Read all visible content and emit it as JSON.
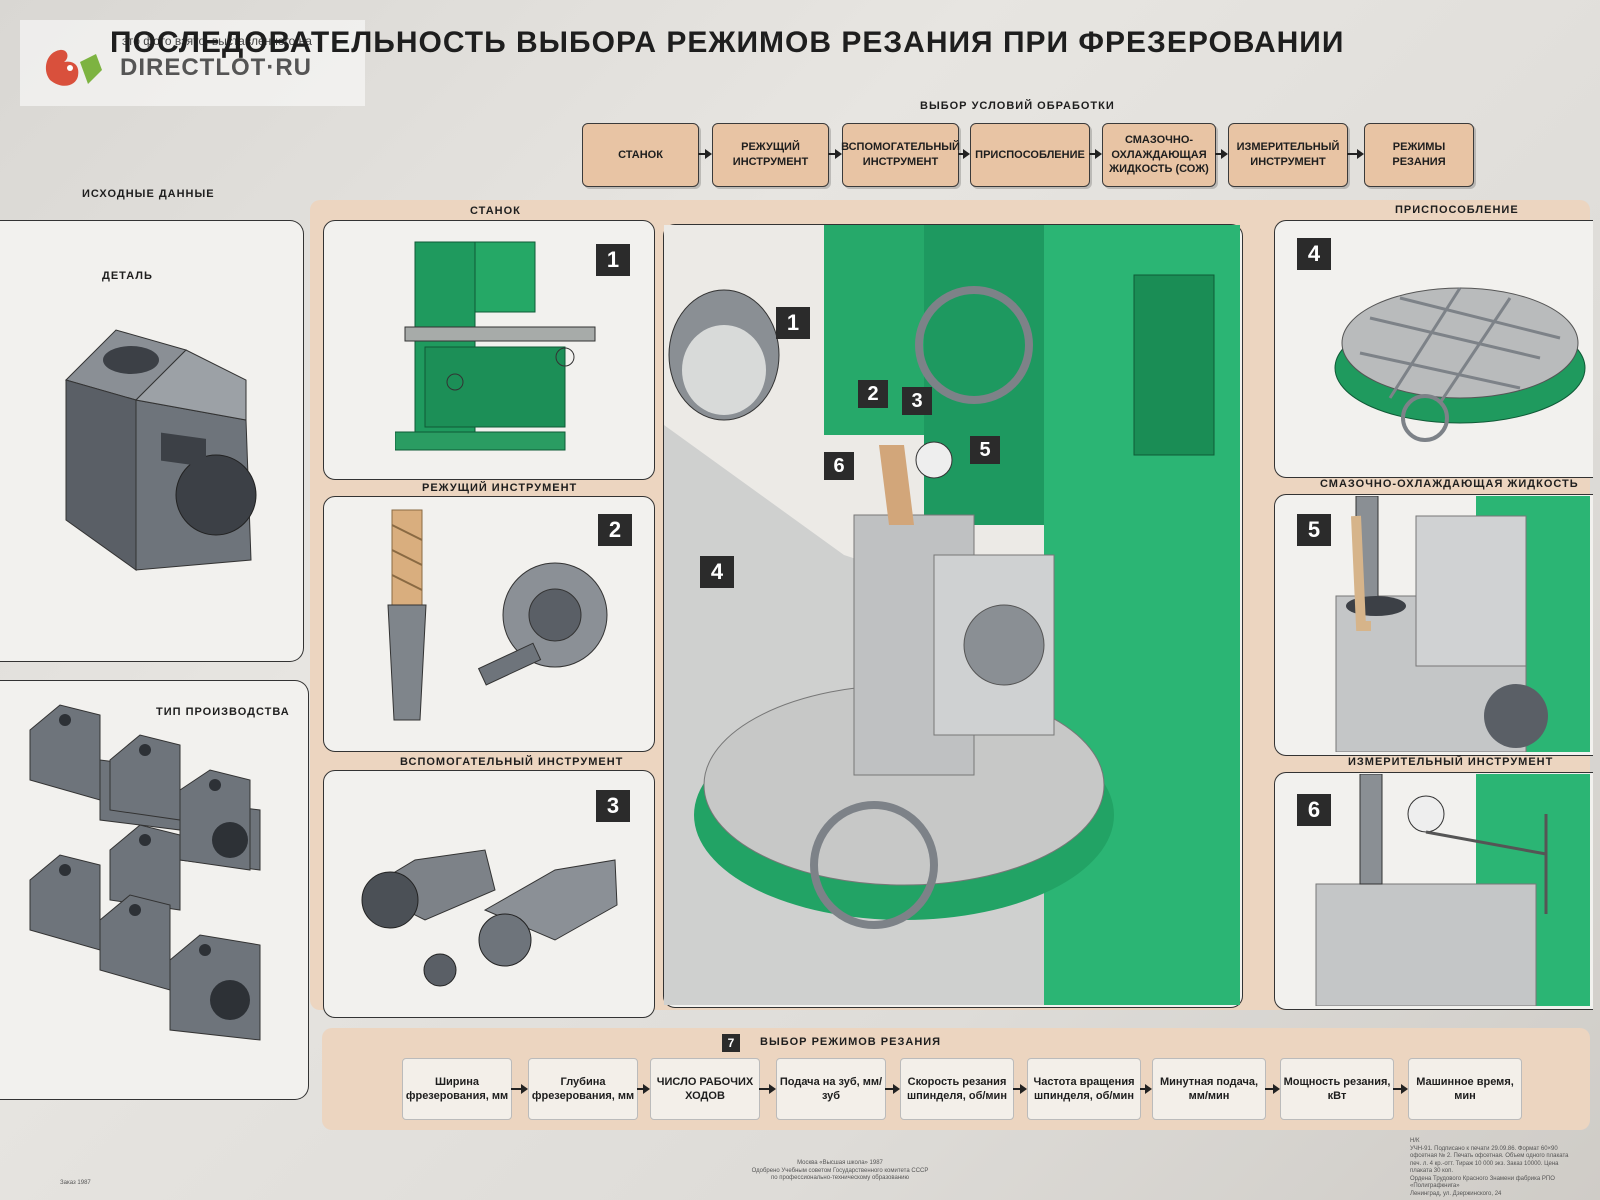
{
  "watermark": {
    "caption": "это фото взято, выставленного на",
    "site": "DIRECTLOT·RU"
  },
  "title": "ПОСЛЕДОВАТЕЛЬНОСТЬ ВЫБОРА РЕЖИМОВ РЕЗАНИЯ ПРИ ФРЕЗЕРОВАНИИ",
  "conditions": {
    "heading": "ВЫБОР УСЛОВИЙ ОБРАБОТКИ",
    "steps": [
      "СТАНОК",
      "РЕЖУЩИЙ ИНСТРУМЕНТ",
      "ВСПОМОГАТЕЛЬНЫЙ ИНСТРУМЕНТ",
      "ПРИСПОСОБЛЕНИЕ",
      "СМАЗОЧНО-ОХЛАЖДАЮЩАЯ ЖИДКОСТЬ (СОЖ)",
      "ИЗМЕРИТЕЛЬНЫЙ ИНСТРУМЕНТ",
      "РЕЖИМЫ РЕЗАНИЯ"
    ]
  },
  "initial_data": {
    "heading": "ИСХОДНЫЕ ДАННЫЕ",
    "part_label": "ДЕТАЛЬ",
    "production_label": "ТИП ПРОИЗВОДСТВА"
  },
  "panels": {
    "machine": "СТАНОК",
    "cutting_tool": "РЕЖУЩИЙ ИНСТРУМЕНТ",
    "aux_tool": "ВСПОМОГАТЕЛЬНЫЙ ИНСТРУМЕНТ",
    "fixture": "ПРИСПОСОБЛЕНИЕ",
    "coolant": "СМАЗОЧНО-ОХЛАЖДАЮЩАЯ ЖИДКОСТЬ",
    "measuring": "ИЗМЕРИТЕЛЬНЫЙ ИНСТРУМЕНТ"
  },
  "numbers": [
    "1",
    "2",
    "3",
    "4",
    "5",
    "6",
    "7"
  ],
  "cutting_modes": {
    "heading": "ВЫБОР РЕЖИМОВ РЕЗАНИЯ",
    "steps": [
      "Ширина фрезерования, мм",
      "Глубина фрезерования, мм",
      "ЧИСЛО РАБОЧИХ ХОДОВ",
      "Подача на зуб, мм/зуб",
      "Скорость резания шпинделя, об/мин",
      "Частота вращения шпинделя, об/мин",
      "Минутная подача, мм/мин",
      "Мощность резания, кВт",
      "Машинное время, мин"
    ]
  },
  "imprint": {
    "center_1": "Москва «Высшая школа» 1987",
    "center_2": "Одобрено Учебным советом Государственного комитета СССР",
    "center_3": "по профессионально-техническому образованию",
    "right_1": "Н/К",
    "right_2": "УЧН-91. Подписано к печати 29.09.86. Формат 60×90",
    "right_3": "офсетная № 2. Печать офсетная. Объем одного плаката",
    "right_4": "печ. л. 4 кр.-отт. Тираж 10 000 экз. Заказ 10000. Цена",
    "right_5": "плаката 30 коп.",
    "right_6": "Ордена Трудового Красного Знамени фабрика РПО «Полиграфкнига»",
    "right_7": "Ленинград, ул. Дзержинского, 24",
    "left_1": "Заказ 1987"
  },
  "colors": {
    "machine_green": "#1f9a5e",
    "beige_panel": "#ecd5c0",
    "flow_box": "#e8c4a4",
    "steel": "#7d8288"
  },
  "icons": [
    "squirrel-logo-icon"
  ]
}
